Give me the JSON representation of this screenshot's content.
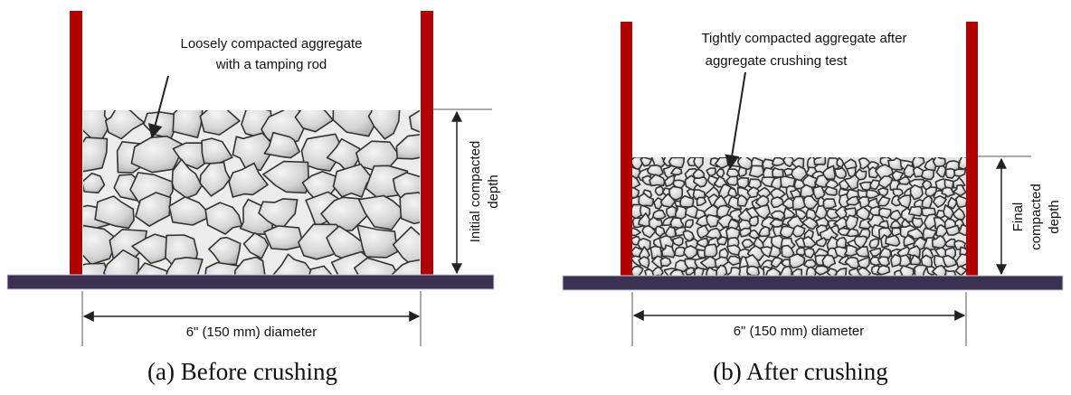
{
  "panels": [
    {
      "id": "before",
      "caption": "(a)  Before crushing",
      "annotation": [
        "Loosely compacted aggregate",
        "with a tamping rod"
      ],
      "depth_label": [
        "Initial compacted",
        "depth"
      ],
      "diameter_label": "6\" (150 mm) diameter"
    },
    {
      "id": "after",
      "caption": "(b) After crushing",
      "annotation": [
        "Tightly compacted aggregate after",
        "aggregate crushing test"
      ],
      "depth_label": [
        "Final",
        "compacted",
        "depth"
      ],
      "diameter_label": "6\" (150 mm) diameter"
    }
  ],
  "colors": {
    "mold_wall": "#b00000",
    "base_plate": "#3b3150",
    "aggregate_fill": "#d9d9d9",
    "aggregate_edge": "#333333",
    "dimension_line": "#222222"
  }
}
